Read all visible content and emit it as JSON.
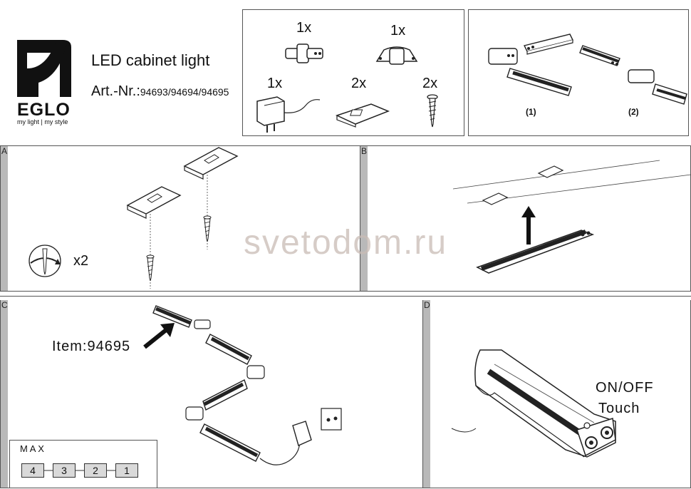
{
  "header": {
    "brand": "EGLO",
    "tagline": "my light | my style",
    "product_title": "LED cabinet light",
    "art_label": "Art.-Nr.:",
    "art_numbers": "94693/94694/94695"
  },
  "contents": {
    "items": [
      {
        "qty": "1x",
        "name": "straight-connector"
      },
      {
        "qty": "1x",
        "name": "corner-connector"
      },
      {
        "qty": "1x",
        "name": "power-adapter"
      },
      {
        "qty": "2x",
        "name": "mounting-clip"
      },
      {
        "qty": "2x",
        "name": "screw"
      }
    ]
  },
  "connection_options": [
    "(1)",
    "(2)"
  ],
  "panels": {
    "a": {
      "letter": "A",
      "screw_count": "x2"
    },
    "b": {
      "letter": "B"
    },
    "c": {
      "letter": "C",
      "item_label": "Item:94695",
      "max_label": "M A X",
      "max_sequence": [
        "4",
        "3",
        "2",
        "1"
      ]
    },
    "d": {
      "letter": "D",
      "touch_line1": "ON/OFF",
      "touch_line2": "Touch"
    }
  },
  "watermark": "svetodom.ru"
}
